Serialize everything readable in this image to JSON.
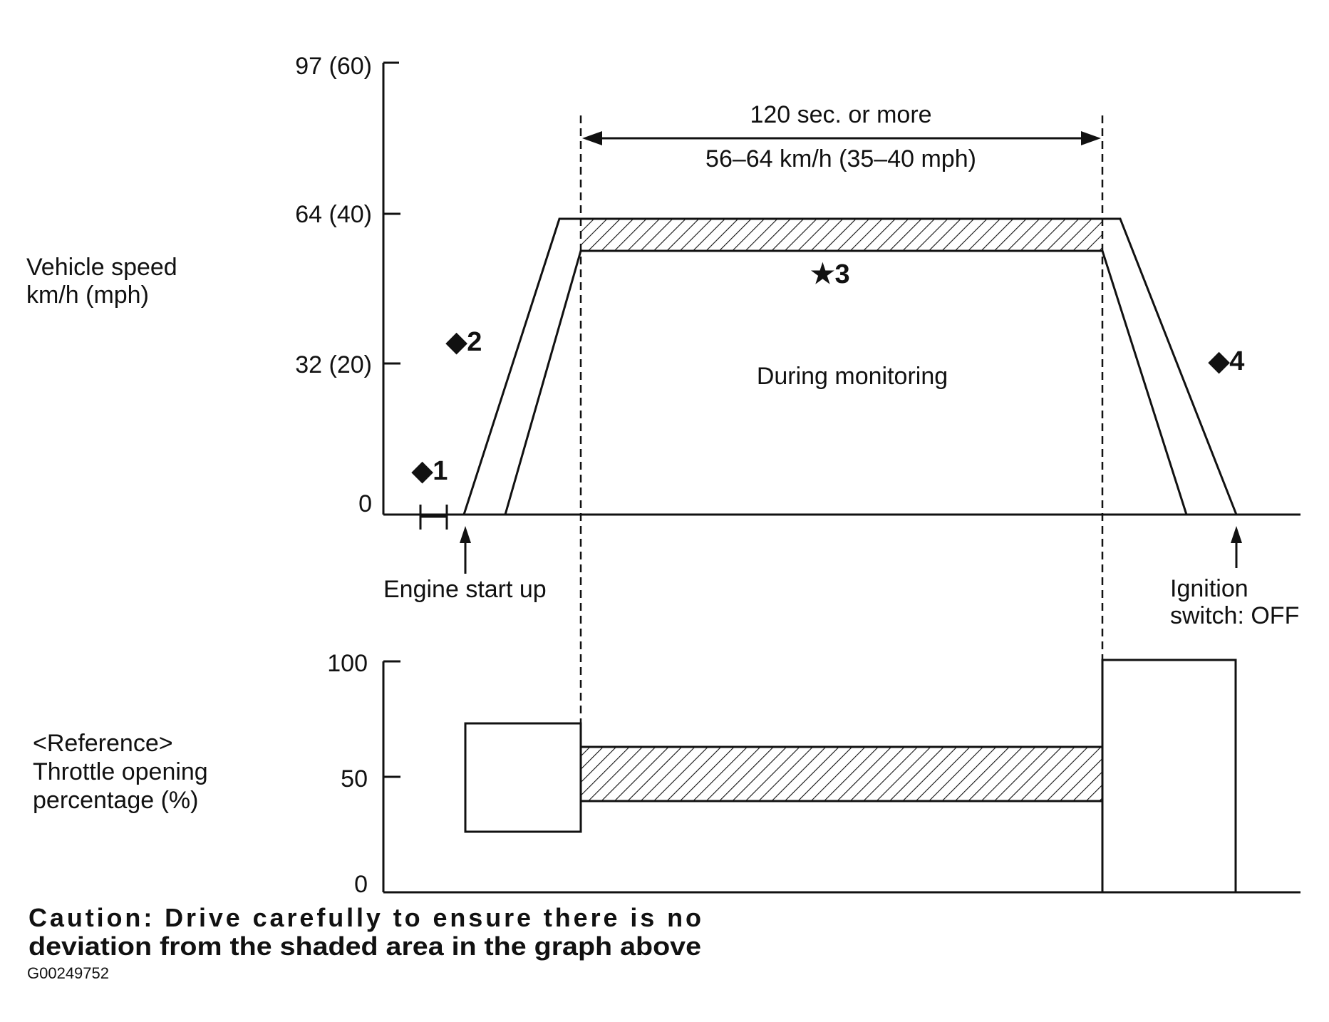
{
  "speed_axis": {
    "title_lines": [
      "Vehicle speed",
      "km/h (mph)"
    ],
    "ticks": [
      "97 (60)",
      "64 (40)",
      "32 (20)",
      "0"
    ]
  },
  "throttle_axis": {
    "title_lines": [
      "<Reference>",
      "Throttle opening",
      "percentage (%)"
    ],
    "ticks": [
      "100",
      "50",
      "0"
    ]
  },
  "annotations": {
    "duration": "120 sec. or more",
    "speed_band": "56–64 km/h (35–40 mph)",
    "monitoring": "During monitoring",
    "engine_start": "Engine start up",
    "ignition_line1": "Ignition",
    "ignition_line2": "switch: OFF"
  },
  "markers": {
    "m1": "◆1",
    "m2": "◆2",
    "m3": "★3",
    "m4": "◆4"
  },
  "caution": {
    "line1": "Caution: Drive carefully to ensure there is no",
    "line2": "deviation from the shaded area in the graph above"
  },
  "figure_code": "G00249752"
}
